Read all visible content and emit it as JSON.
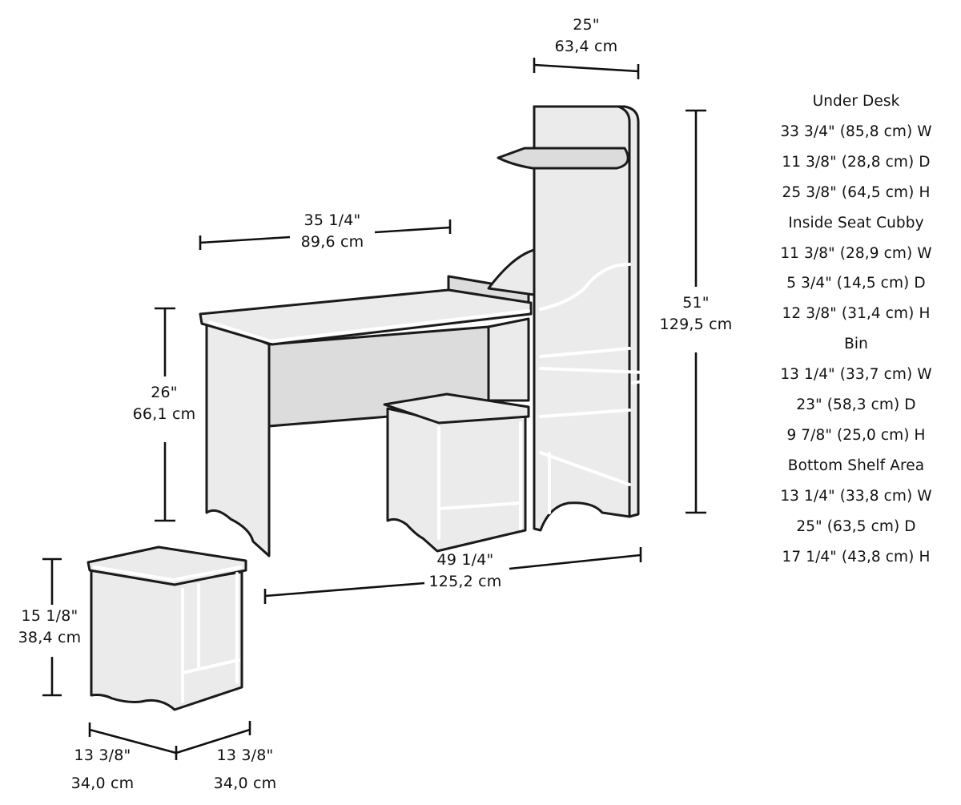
{
  "dimensions": {
    "tower_width": {
      "imperial": "25\"",
      "metric": "63,4 cm"
    },
    "desk_width": {
      "imperial": "35 1/4\"",
      "metric": "89,6 cm"
    },
    "desk_height": {
      "imperial": "26\"",
      "metric": "66,1 cm"
    },
    "tower_height": {
      "imperial": "51\"",
      "metric": "129,5 cm"
    },
    "overall_width": {
      "imperial": "49 1/4\"",
      "metric": "125,2 cm"
    },
    "stool_height": {
      "imperial": "15 1/8\"",
      "metric": "38,4 cm"
    },
    "stool_width": {
      "imperial": "13 3/8\"",
      "metric": "34,0 cm"
    },
    "stool_depth": {
      "imperial": "13 3/8\"",
      "metric": "34,0 cm"
    }
  },
  "specs": [
    {
      "title": "Under Desk",
      "lines": [
        "33 3/4\" (85,8 cm) W",
        "11 3/8\" (28,8 cm) D",
        "25 3/8\" (64,5 cm) H"
      ]
    },
    {
      "title": "Inside Seat Cubby",
      "lines": [
        "11 3/8\" (28,9 cm) W",
        "5 3/4\" (14,5 cm) D",
        "12 3/8\" (31,4 cm) H"
      ]
    },
    {
      "title": "Bin",
      "lines": [
        "13 1/4\" (33,7 cm) W",
        "23\" (58,3 cm) D",
        "9 7/8\" (25,0 cm) H"
      ]
    },
    {
      "title": "Bottom Shelf Area",
      "lines": [
        "13 1/4\" (33,8 cm) W",
        "25\" (63,5 cm) D",
        "17 1/4\" (43,8 cm) H"
      ]
    }
  ]
}
